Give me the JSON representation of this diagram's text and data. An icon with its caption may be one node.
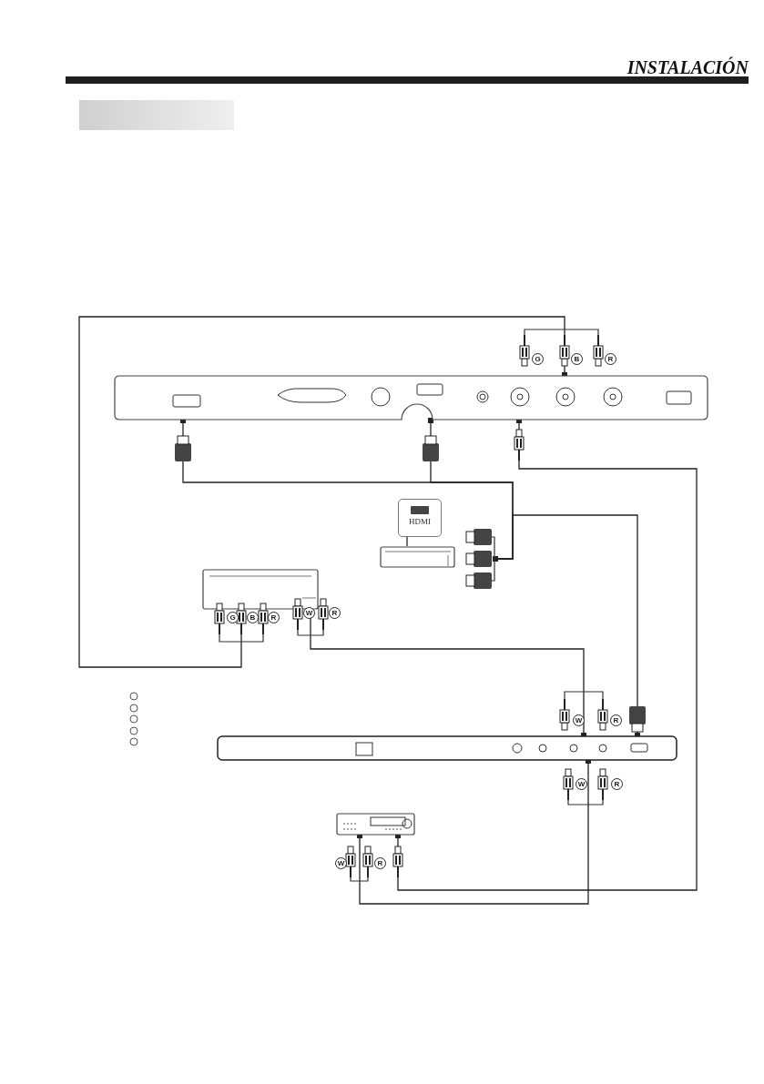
{
  "diagram": {
    "title": "INSTALACIÓN",
    "nodes": [
      {
        "text": [],
        "shape": "bar"
      },
      {
        "text": [],
        "shape": "box"
      },
      {
        "text": [
          "HDMI"
        ]
      },
      {
        "text": [],
        "shape": "box"
      },
      {
        "text": [],
        "shape": "box"
      },
      {
        "text": [],
        "shape": "bar"
      },
      {
        "text": [],
        "shape": "box"
      },
      {
        "text": [],
        "shape": "plug"
      }
    ],
    "edges": [
      {
        "from": 1,
        "to": 3,
        "arrow": "other"
      },
      {
        "from": 1,
        "to": 7,
        "arrow": "other"
      },
      {
        "from": 1,
        "to": 7,
        "arrow": "other"
      },
      {
        "from": 7,
        "to": 5,
        "arrow": "other"
      },
      {
        "from": 1,
        "to": 6,
        "arrow": "other"
      },
      {
        "from": 3,
        "to": 5,
        "arrow": "other"
      },
      {
        "from": 5,
        "to": 6,
        "arrow": "other"
      },
      {
        "from": 2,
        "to": 4,
        "arrow": "none"
      }
    ],
    "labels": [
      "G",
      "B",
      "R",
      "G",
      "B",
      "R",
      "W",
      "R",
      "W",
      "R",
      "W",
      "R",
      "W",
      "R"
    ]
  }
}
